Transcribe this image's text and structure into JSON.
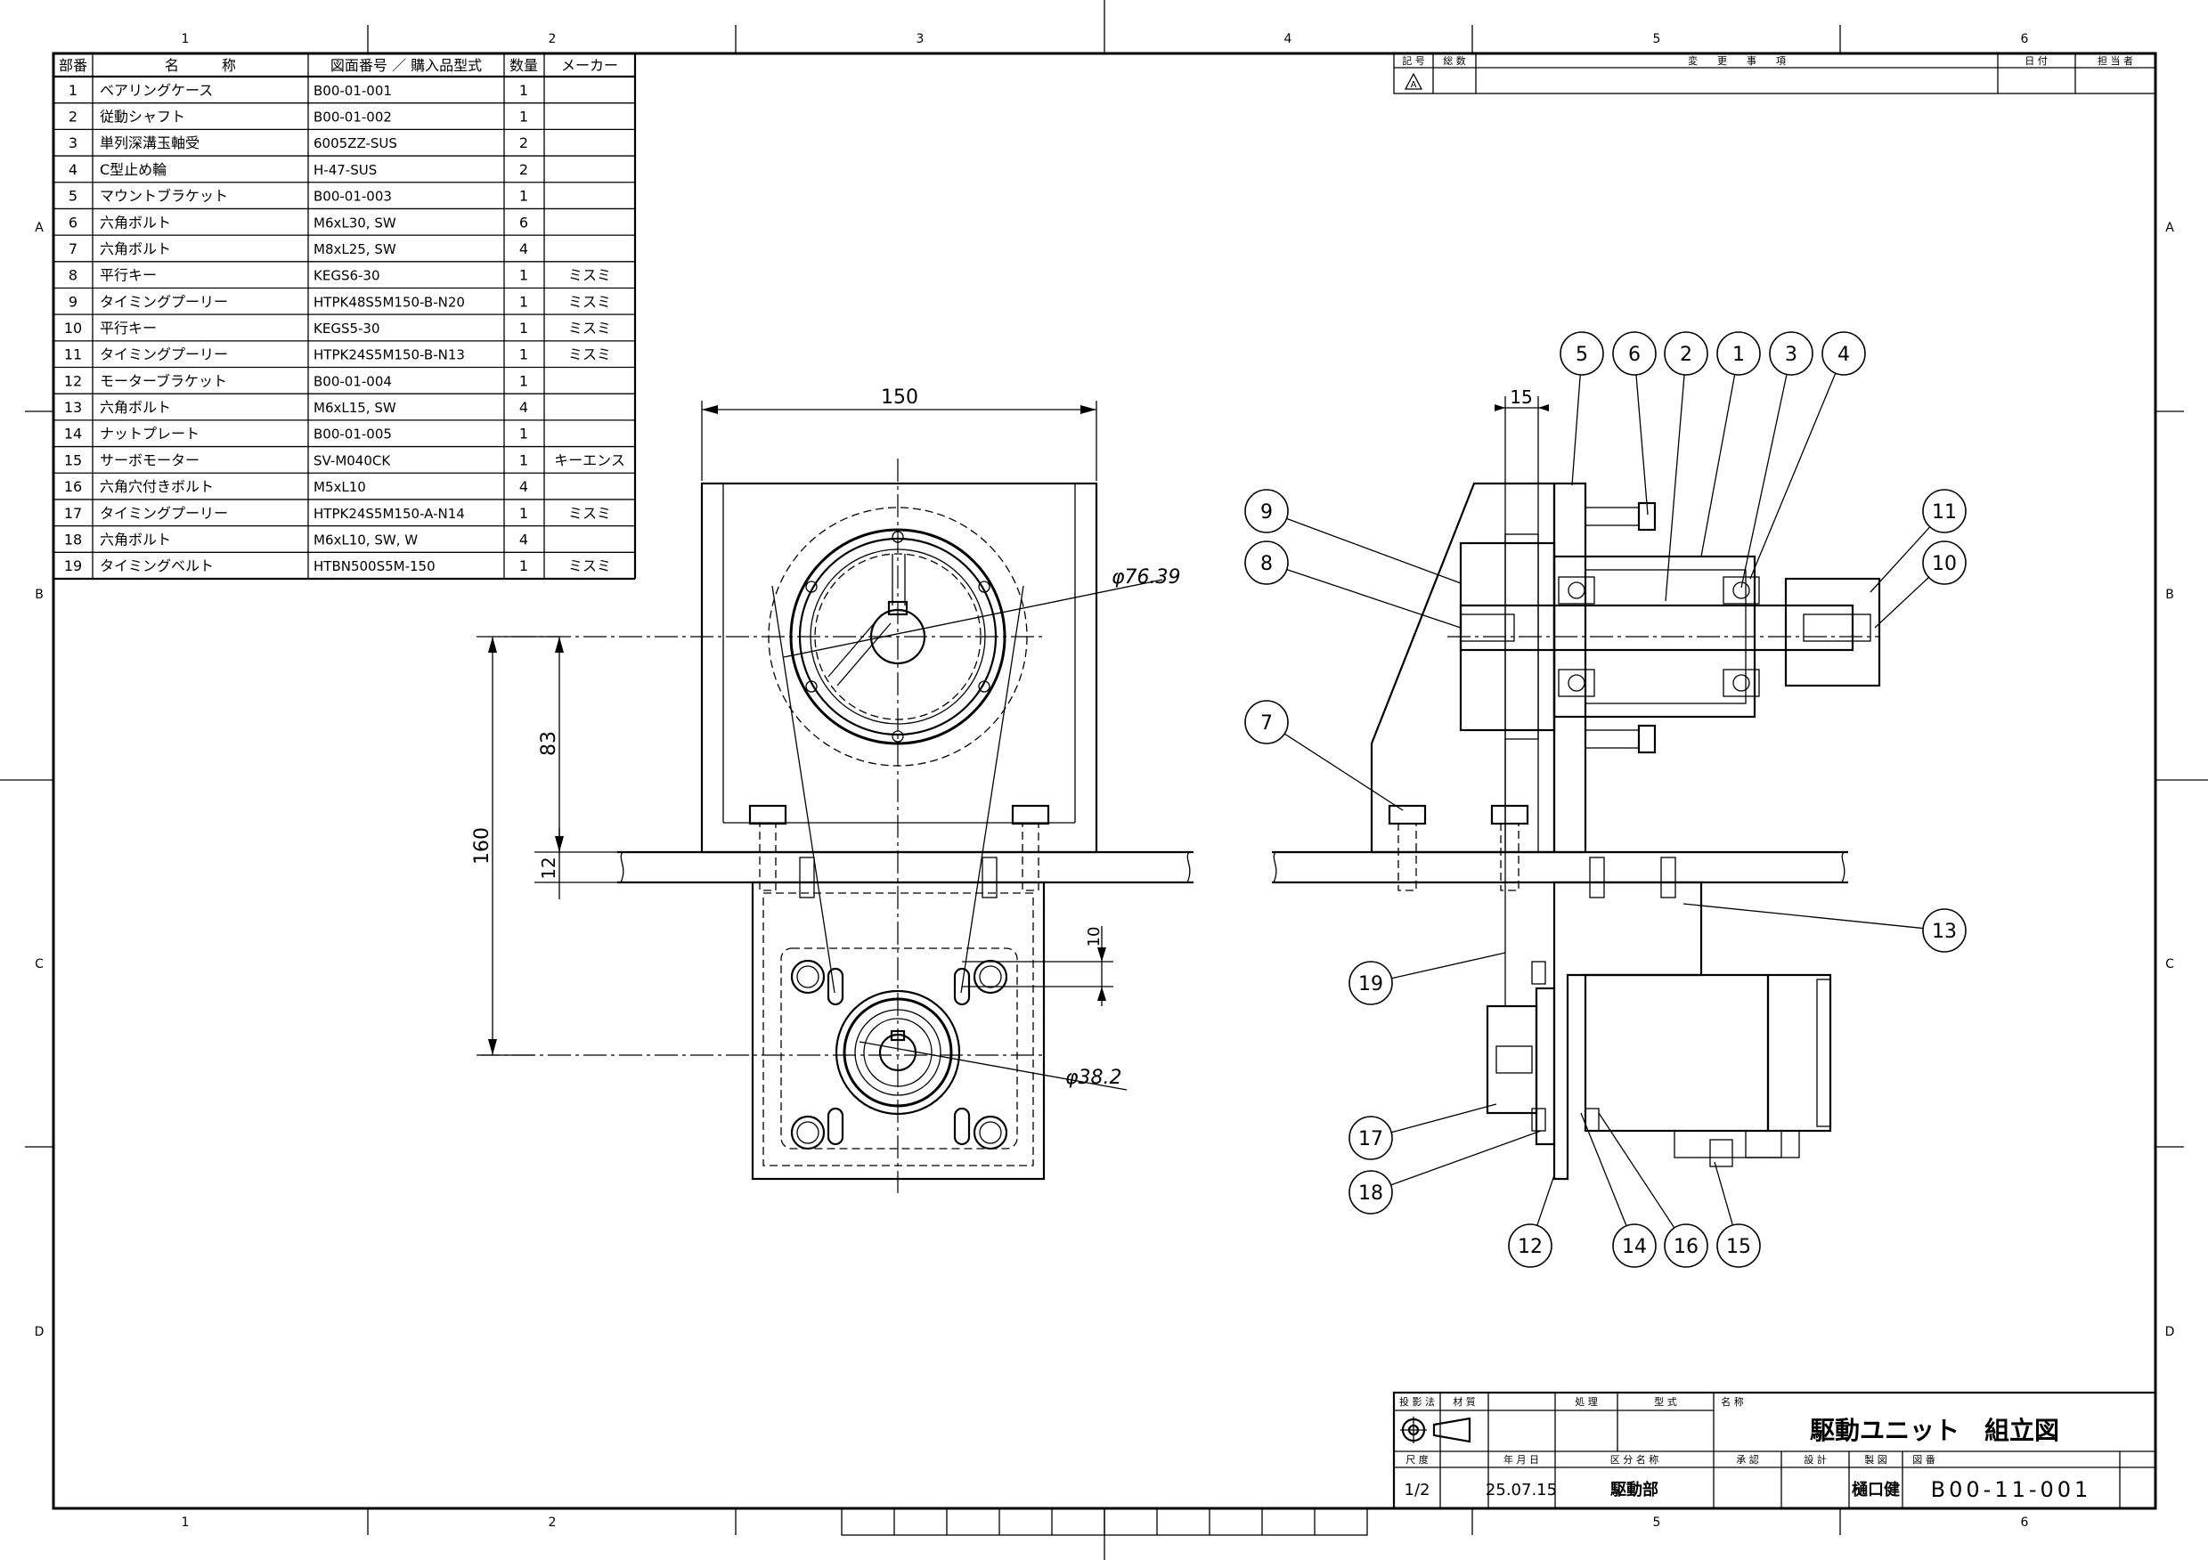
{
  "zones": {
    "columns": [
      "1",
      "2",
      "3",
      "4",
      "5",
      "6"
    ],
    "rows": [
      "A",
      "B",
      "C",
      "D"
    ]
  },
  "parts_list": {
    "headers": [
      "部番",
      "名　　　称",
      "図面番号 ／ 購入品型式",
      "数量",
      "メーカー"
    ],
    "rows": [
      [
        "1",
        "ベアリングケース",
        "B00-01-001",
        "1",
        ""
      ],
      [
        "2",
        "従動シャフト",
        "B00-01-002",
        "1",
        ""
      ],
      [
        "3",
        "単列深溝玉軸受",
        "6005ZZ-SUS",
        "2",
        ""
      ],
      [
        "4",
        "C型止め輪",
        "H-47-SUS",
        "2",
        ""
      ],
      [
        "5",
        "マウントブラケット",
        "B00-01-003",
        "1",
        ""
      ],
      [
        "6",
        "六角ボルト",
        "M6xL30, SW",
        "6",
        ""
      ],
      [
        "7",
        "六角ボルト",
        "M8xL25, SW",
        "4",
        ""
      ],
      [
        "8",
        "平行キー",
        "KEGS6-30",
        "1",
        "ミスミ"
      ],
      [
        "9",
        "タイミングプーリー",
        "HTPK48S5M150-B-N20",
        "1",
        "ミスミ"
      ],
      [
        "10",
        "平行キー",
        "KEGS5-30",
        "1",
        "ミスミ"
      ],
      [
        "11",
        "タイミングプーリー",
        "HTPK24S5M150-B-N13",
        "1",
        "ミスミ"
      ],
      [
        "12",
        "モーターブラケット",
        "B00-01-004",
        "1",
        ""
      ],
      [
        "13",
        "六角ボルト",
        "M6xL15, SW",
        "4",
        ""
      ],
      [
        "14",
        "ナットプレート",
        "B00-01-005",
        "1",
        ""
      ],
      [
        "15",
        "サーボモーター",
        "SV-M040CK",
        "1",
        "キーエンス"
      ],
      [
        "16",
        "六角穴付きボルト",
        "M5xL10",
        "4",
        ""
      ],
      [
        "17",
        "タイミングプーリー",
        "HTPK24S5M150-A-N14",
        "1",
        "ミスミ"
      ],
      [
        "18",
        "六角ボルト",
        "M6xL10, SW, W",
        "4",
        ""
      ],
      [
        "19",
        "タイミングベルト",
        "HTBN500S5M-150",
        "1",
        "ミスミ"
      ]
    ]
  },
  "revision_block": {
    "mark_label": "記 号",
    "count_label": "総 数",
    "change_label": "変　　更　　事　　項",
    "date_label": "日 付",
    "person_label": "担 当 者",
    "mark_symbol": "A"
  },
  "dimensions": {
    "width_top": "150",
    "pulley_dia_large": "φ76.39",
    "height_83": "83",
    "height_160": "160",
    "plate_12": "12",
    "slot_10": "10",
    "pulley_dia_small": "φ38.2",
    "side_15": "15"
  },
  "balloons": [
    "1",
    "2",
    "3",
    "4",
    "5",
    "6",
    "7",
    "8",
    "9",
    "10",
    "11",
    "12",
    "13",
    "14",
    "15",
    "16",
    "17",
    "18",
    "19"
  ],
  "title_block": {
    "projection_label": "投 影 法",
    "material_label": "材 質",
    "treatment_label": "処 理",
    "type_label": "型 式",
    "name_label": "名 称",
    "name_value": "駆動ユニット　組立図",
    "scale_label": "尺 度",
    "scale_value": "1/2",
    "date_label": "年 月 日",
    "date_value": "25.07.15",
    "category_label": "区 分 名 称",
    "category_value": "駆動部",
    "approval_label": "承 認",
    "design_label": "設 計",
    "drafting_label": "製 図",
    "drafting_value": "樋口健",
    "drawing_no_label": "図 番",
    "drawing_no_value": "B00-11-001"
  }
}
